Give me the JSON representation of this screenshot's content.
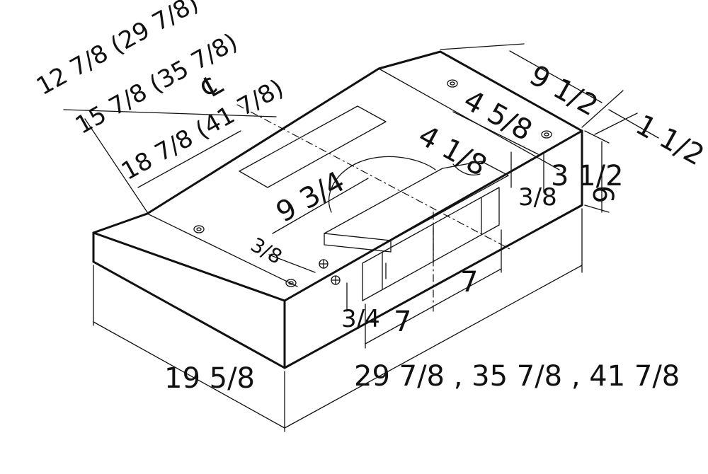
{
  "dimensions": {
    "depth": "19 5/8",
    "widths": "29 7/8 , 35 7/8 , 41 7/8",
    "width_half_1": "7",
    "width_half_2": "7",
    "cl_span_1": "12 7/8 (29 7/8)",
    "cl_span_2": "15 7/8 (35 7/8)",
    "cl_span_3": "18 7/8 (41 7/8)",
    "centerline": "℄",
    "top_depth": "9 1/2",
    "rear_offset": "1 1/2",
    "height": "6",
    "front_height": "3 1/2",
    "duct_depth": "9 3/4",
    "hole_offset": "3/8",
    "duct_offset_a": "4 1/8",
    "duct_offset_b": "4 5/8",
    "slot_inset": "3/8",
    "bottom_inset": "3/4"
  }
}
